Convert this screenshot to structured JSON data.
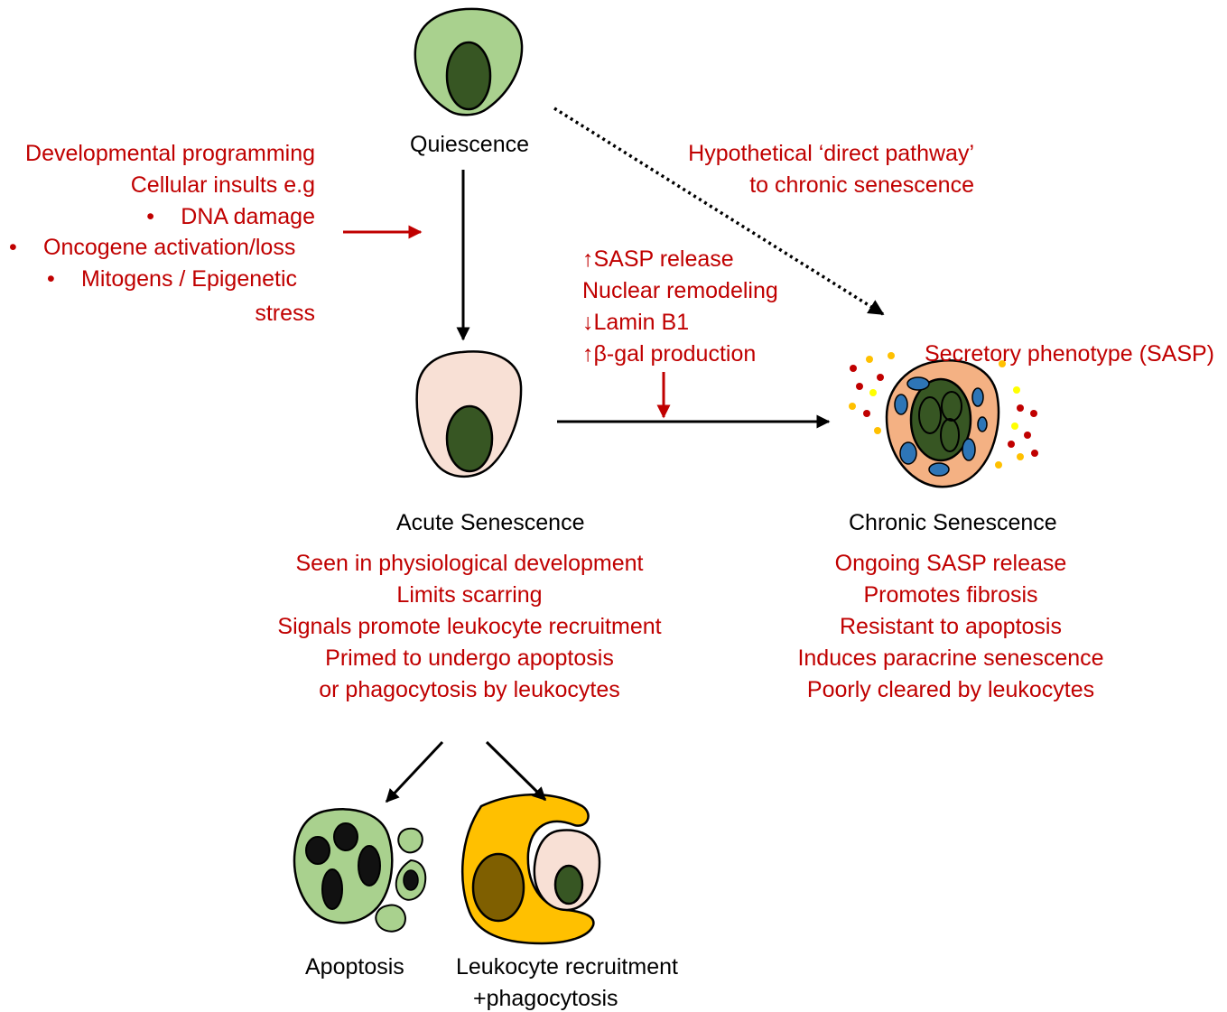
{
  "colors": {
    "red": "#c00000",
    "cell_green": "#a9d18e",
    "nucleus_green": "#375623",
    "acute_pink": "#f8e0d5",
    "chronic_orange": "#f4b183",
    "organelle_blue": "#2e75b6",
    "leukocyte_gold": "#ffc000",
    "leukocyte_nucleus": "#7f5f00"
  },
  "icons": [
    "quiescent-cell-icon",
    "acute-senescent-cell-icon",
    "chronic-senescent-cell-icon",
    "apoptotic-cell-icon",
    "leukocyte-icon"
  ],
  "nodes": {
    "quiescence": "Quiescence",
    "acute": "Acute Senescence",
    "chronic": "Chronic Senescence",
    "apoptosis": "Apoptosis",
    "leukocyte": [
      "Leukocyte recruitment",
      "+phagocytosis"
    ]
  },
  "triggers": {
    "lines": [
      "Developmental programming",
      "Cellular insults e.g"
    ],
    "bullets": [
      "DNA damage",
      "Oncogene activation/loss",
      "Mitogens / Epigenetic"
    ],
    "continuation": "stress"
  },
  "hypothetical": [
    "Hypothetical ‘direct pathway’",
    "to chronic senescence"
  ],
  "transition_changes": [
    "↑SASP release",
    "Nuclear remodeling",
    "↓Lamin B1",
    "↑β-gal production"
  ],
  "sasp_label": "Secretory phenotype (SASP)",
  "acute_features": [
    "Seen in physiological development",
    "Limits scarring",
    "Signals promote leukocyte recruitment",
    "Primed to undergo apoptosis",
    "or phagocytosis by leukocytes"
  ],
  "chronic_features": [
    "Ongoing SASP release",
    "Promotes fibrosis",
    "Resistant to apoptosis",
    "Induces paracrine senescence",
    "Poorly cleared by leukocytes"
  ]
}
